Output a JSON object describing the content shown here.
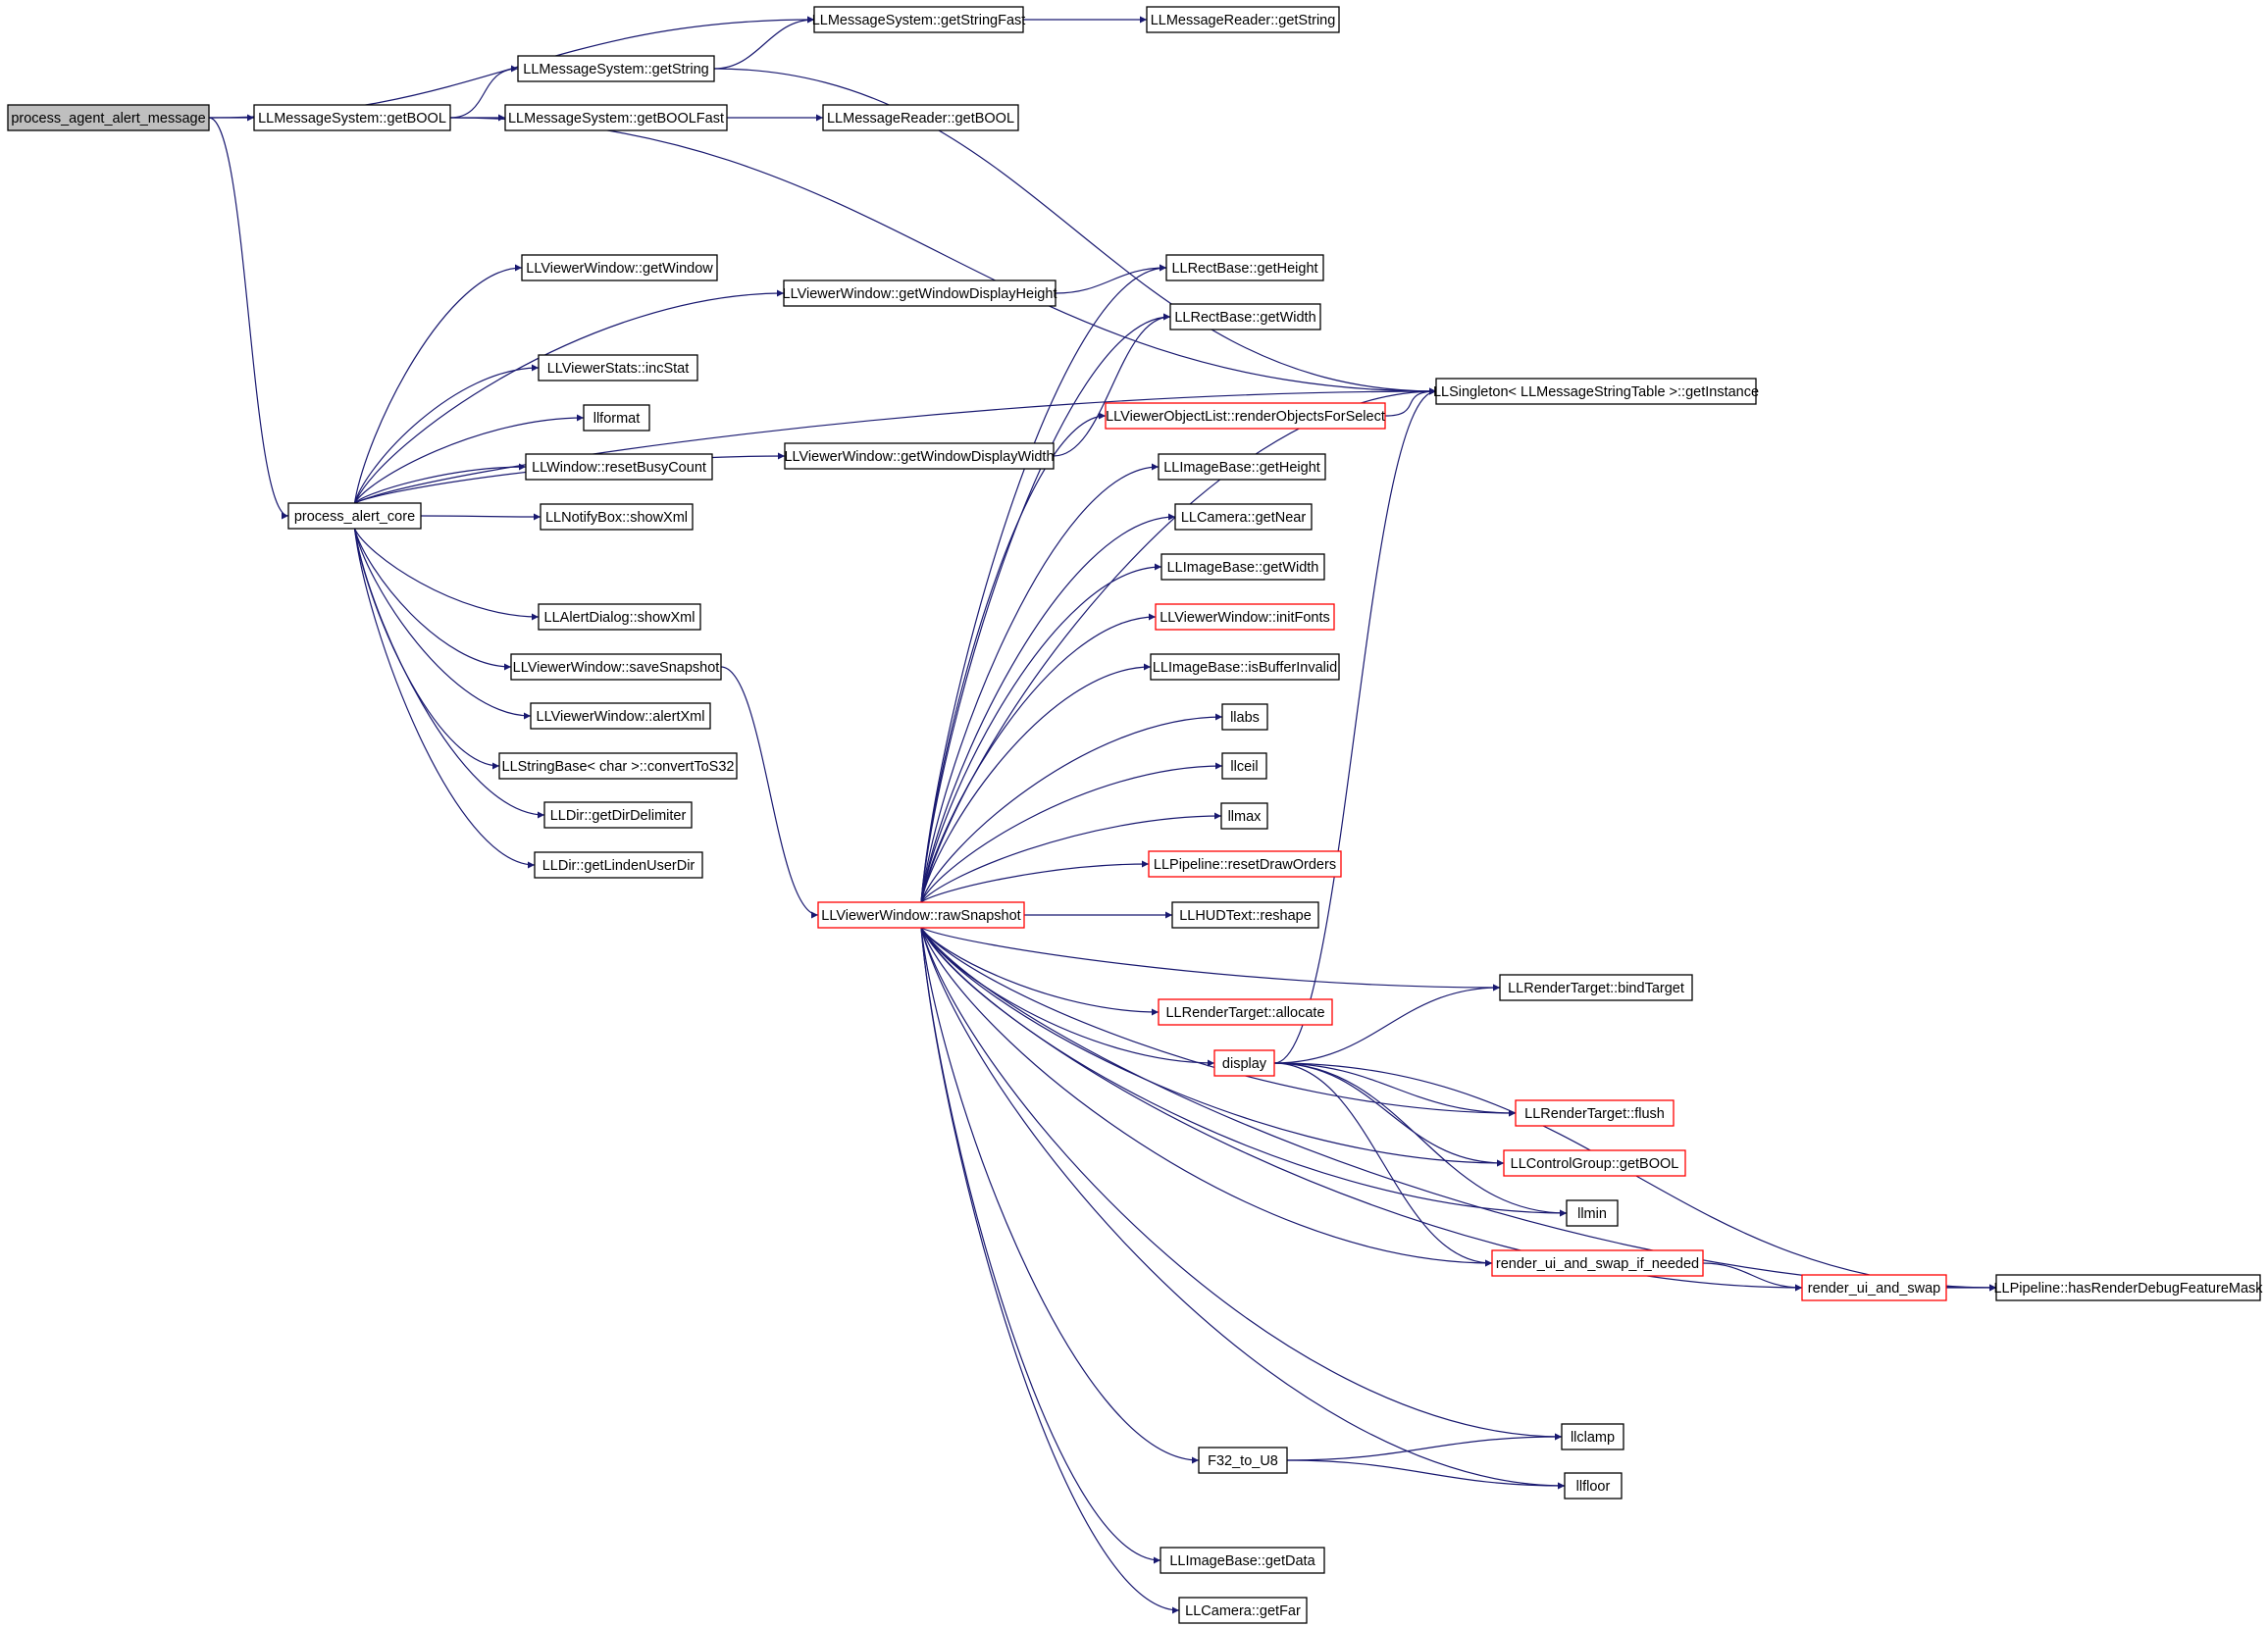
{
  "colors": {
    "edge": "#191970",
    "node_border": "#000000",
    "node_border_truncated": "#ff0000",
    "root_fill": "#bfbfbf",
    "node_fill": "#ffffff"
  },
  "nodes": [
    {
      "id": "process_agent_alert_message",
      "label": "process_agent_alert_message",
      "style": "root"
    },
    {
      "id": "getBOOL",
      "label": "LLMessageSystem::getBOOL",
      "style": "normal"
    },
    {
      "id": "getStringFast",
      "label": "LLMessageSystem::getStringFast",
      "style": "normal"
    },
    {
      "id": "getString",
      "label": "LLMessageSystem::getString",
      "style": "normal"
    },
    {
      "id": "getBOOLFast",
      "label": "LLMessageSystem::getBOOLFast",
      "style": "normal"
    },
    {
      "id": "reader_getString",
      "label": "LLMessageReader::getString",
      "style": "normal"
    },
    {
      "id": "reader_getBOOL",
      "label": "LLMessageReader::getBOOL",
      "style": "normal"
    },
    {
      "id": "getInstance",
      "label": "LLSingleton< LLMessageStringTable >::getInstance",
      "style": "normal"
    },
    {
      "id": "process_alert_core",
      "label": "process_alert_core",
      "style": "normal"
    },
    {
      "id": "getWindow",
      "label": "LLViewerWindow::getWindow",
      "style": "normal"
    },
    {
      "id": "getWindowDisplayHeight",
      "label": "LLViewerWindow::getWindowDisplayHeight",
      "style": "normal"
    },
    {
      "id": "incStat",
      "label": "LLViewerStats::incStat",
      "style": "normal"
    },
    {
      "id": "llformat",
      "label": "llformat",
      "style": "normal"
    },
    {
      "id": "resetBusyCount",
      "label": "LLWindow::resetBusyCount",
      "style": "normal"
    },
    {
      "id": "notify_showXml",
      "label": "LLNotifyBox::showXml",
      "style": "normal"
    },
    {
      "id": "getWindowDisplayWidth",
      "label": "LLViewerWindow::getWindowDisplayWidth",
      "style": "normal"
    },
    {
      "id": "alert_showXml",
      "label": "LLAlertDialog::showXml",
      "style": "normal"
    },
    {
      "id": "saveSnapshot",
      "label": "LLViewerWindow::saveSnapshot",
      "style": "normal"
    },
    {
      "id": "alertXml",
      "label": "LLViewerWindow::alertXml",
      "style": "normal"
    },
    {
      "id": "convertToS32",
      "label": "LLStringBase< char >::convertToS32",
      "style": "normal"
    },
    {
      "id": "getDirDelimiter",
      "label": "LLDir::getDirDelimiter",
      "style": "normal"
    },
    {
      "id": "getLindenUserDir",
      "label": "LLDir::getLindenUserDir",
      "style": "normal"
    },
    {
      "id": "rawSnapshot",
      "label": "LLViewerWindow::rawSnapshot",
      "style": "truncated"
    },
    {
      "id": "rect_getHeight",
      "label": "LLRectBase::getHeight",
      "style": "normal"
    },
    {
      "id": "rect_getWidth",
      "label": "LLRectBase::getWidth",
      "style": "normal"
    },
    {
      "id": "renderObjectsForSelect",
      "label": "LLViewerObjectList::renderObjectsForSelect",
      "style": "truncated"
    },
    {
      "id": "image_getHeight",
      "label": "LLImageBase::getHeight",
      "style": "normal"
    },
    {
      "id": "getNear",
      "label": "LLCamera::getNear",
      "style": "normal"
    },
    {
      "id": "image_getWidth",
      "label": "LLImageBase::getWidth",
      "style": "normal"
    },
    {
      "id": "initFonts",
      "label": "LLViewerWindow::initFonts",
      "style": "truncated"
    },
    {
      "id": "isBufferInvalid",
      "label": "LLImageBase::isBufferInvalid",
      "style": "normal"
    },
    {
      "id": "llabs",
      "label": "llabs",
      "style": "normal"
    },
    {
      "id": "llceil",
      "label": "llceil",
      "style": "normal"
    },
    {
      "id": "llmax",
      "label": "llmax",
      "style": "normal"
    },
    {
      "id": "resetDrawOrders",
      "label": "LLPipeline::resetDrawOrders",
      "style": "truncated"
    },
    {
      "id": "reshape",
      "label": "LLHUDText::reshape",
      "style": "normal"
    },
    {
      "id": "bindTarget",
      "label": "LLRenderTarget::bindTarget",
      "style": "normal"
    },
    {
      "id": "allocate",
      "label": "LLRenderTarget::allocate",
      "style": "truncated"
    },
    {
      "id": "display",
      "label": "display",
      "style": "truncated"
    },
    {
      "id": "flush",
      "label": "LLRenderTarget::flush",
      "style": "truncated"
    },
    {
      "id": "control_getBOOL",
      "label": "LLControlGroup::getBOOL",
      "style": "truncated"
    },
    {
      "id": "llmin",
      "label": "llmin",
      "style": "normal"
    },
    {
      "id": "render_ui_and_swap_if_needed",
      "label": "render_ui_and_swap_if_needed",
      "style": "truncated"
    },
    {
      "id": "render_ui_and_swap",
      "label": "render_ui_and_swap",
      "style": "truncated"
    },
    {
      "id": "hasRenderDebugFeatureMask",
      "label": "LLPipeline::hasRenderDebugFeatureMask",
      "style": "normal"
    },
    {
      "id": "llclamp",
      "label": "llclamp",
      "style": "normal"
    },
    {
      "id": "F32_to_U8",
      "label": "F32_to_U8",
      "style": "normal"
    },
    {
      "id": "llfloor",
      "label": "llfloor",
      "style": "normal"
    },
    {
      "id": "getData",
      "label": "LLImageBase::getData",
      "style": "normal"
    },
    {
      "id": "getFar",
      "label": "LLCamera::getFar",
      "style": "normal"
    }
  ],
  "edges": [
    [
      "process_agent_alert_message",
      "getBOOL"
    ],
    [
      "process_agent_alert_message",
      "getStringFast"
    ],
    [
      "process_agent_alert_message",
      "process_alert_core"
    ],
    [
      "getBOOL",
      "getString"
    ],
    [
      "getBOOL",
      "getBOOLFast"
    ],
    [
      "getBOOL",
      "getInstance"
    ],
    [
      "getString",
      "getStringFast"
    ],
    [
      "getString",
      "getInstance"
    ],
    [
      "getStringFast",
      "reader_getString"
    ],
    [
      "getBOOLFast",
      "reader_getBOOL"
    ],
    [
      "process_alert_core",
      "getInstance"
    ],
    [
      "process_alert_core",
      "getWindow"
    ],
    [
      "process_alert_core",
      "getWindowDisplayHeight"
    ],
    [
      "process_alert_core",
      "incStat"
    ],
    [
      "process_alert_core",
      "llformat"
    ],
    [
      "process_alert_core",
      "resetBusyCount"
    ],
    [
      "process_alert_core",
      "notify_showXml"
    ],
    [
      "process_alert_core",
      "getWindowDisplayWidth"
    ],
    [
      "process_alert_core",
      "alert_showXml"
    ],
    [
      "process_alert_core",
      "saveSnapshot"
    ],
    [
      "process_alert_core",
      "alertXml"
    ],
    [
      "process_alert_core",
      "convertToS32"
    ],
    [
      "process_alert_core",
      "getDirDelimiter"
    ],
    [
      "process_alert_core",
      "getLindenUserDir"
    ],
    [
      "getWindowDisplayHeight",
      "rect_getHeight"
    ],
    [
      "getWindowDisplayWidth",
      "rect_getWidth"
    ],
    [
      "saveSnapshot",
      "rawSnapshot"
    ],
    [
      "rawSnapshot",
      "rect_getHeight"
    ],
    [
      "rawSnapshot",
      "rect_getWidth"
    ],
    [
      "rawSnapshot",
      "getInstance"
    ],
    [
      "rawSnapshot",
      "renderObjectsForSelect"
    ],
    [
      "rawSnapshot",
      "image_getHeight"
    ],
    [
      "rawSnapshot",
      "getNear"
    ],
    [
      "rawSnapshot",
      "image_getWidth"
    ],
    [
      "rawSnapshot",
      "initFonts"
    ],
    [
      "rawSnapshot",
      "isBufferInvalid"
    ],
    [
      "rawSnapshot",
      "llabs"
    ],
    [
      "rawSnapshot",
      "llceil"
    ],
    [
      "rawSnapshot",
      "llmax"
    ],
    [
      "rawSnapshot",
      "resetDrawOrders"
    ],
    [
      "rawSnapshot",
      "reshape"
    ],
    [
      "rawSnapshot",
      "bindTarget"
    ],
    [
      "rawSnapshot",
      "allocate"
    ],
    [
      "rawSnapshot",
      "display"
    ],
    [
      "rawSnapshot",
      "flush"
    ],
    [
      "rawSnapshot",
      "control_getBOOL"
    ],
    [
      "rawSnapshot",
      "llmin"
    ],
    [
      "rawSnapshot",
      "render_ui_and_swap_if_needed"
    ],
    [
      "rawSnapshot",
      "render_ui_and_swap"
    ],
    [
      "rawSnapshot",
      "hasRenderDebugFeatureMask"
    ],
    [
      "rawSnapshot",
      "llclamp"
    ],
    [
      "rawSnapshot",
      "F32_to_U8"
    ],
    [
      "rawSnapshot",
      "llfloor"
    ],
    [
      "rawSnapshot",
      "getData"
    ],
    [
      "rawSnapshot",
      "getFar"
    ],
    [
      "renderObjectsForSelect",
      "getInstance"
    ],
    [
      "display",
      "getInstance"
    ],
    [
      "display",
      "bindTarget"
    ],
    [
      "display",
      "flush"
    ],
    [
      "display",
      "control_getBOOL"
    ],
    [
      "display",
      "llmin"
    ],
    [
      "display",
      "render_ui_and_swap_if_needed"
    ],
    [
      "display",
      "hasRenderDebugFeatureMask"
    ],
    [
      "render_ui_and_swap_if_needed",
      "render_ui_and_swap"
    ],
    [
      "render_ui_and_swap",
      "hasRenderDebugFeatureMask"
    ],
    [
      "F32_to_U8",
      "llclamp"
    ],
    [
      "F32_to_U8",
      "llfloor"
    ]
  ]
}
